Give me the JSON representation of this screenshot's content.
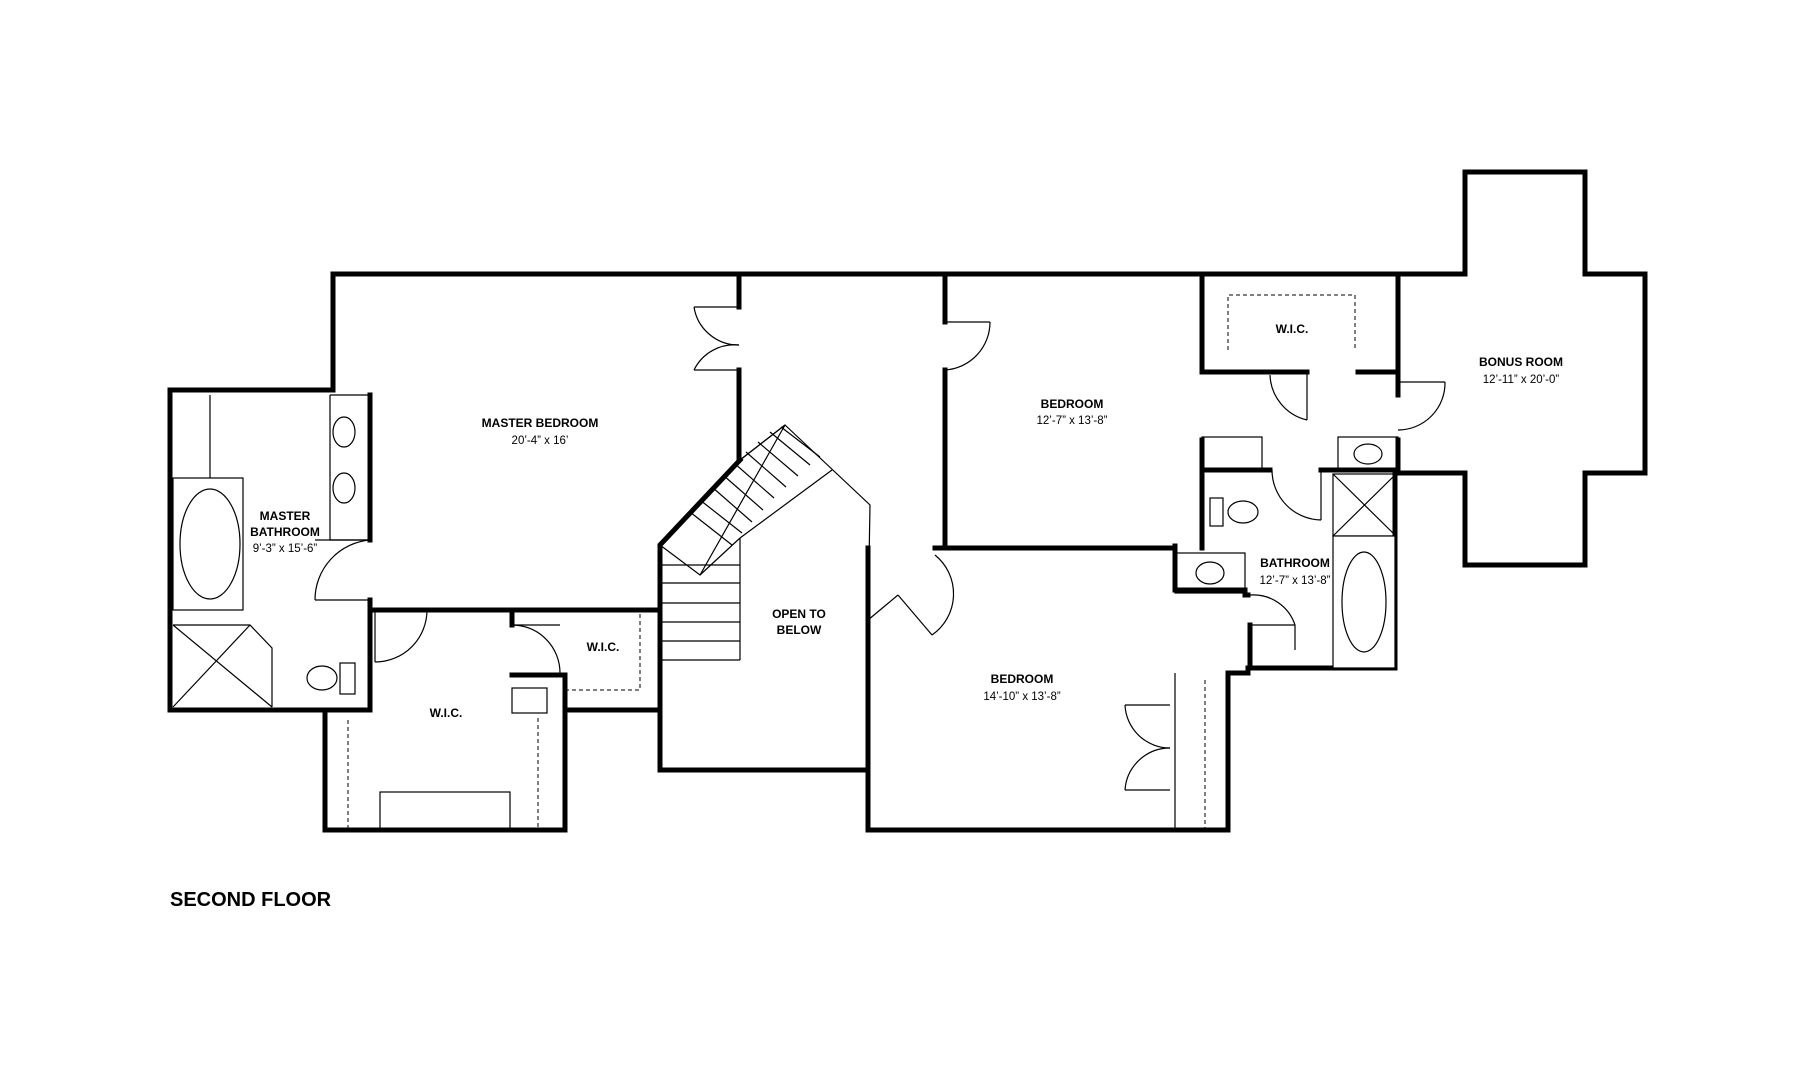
{
  "title": "SECOND FLOOR",
  "rooms": {
    "master_bedroom": {
      "name": "MASTER BEDROOM",
      "dims": "20’-4” x 16’"
    },
    "master_bathroom": {
      "name_line1": "MASTER",
      "name_line2": "BATHROOM",
      "dims": "9’-3” x 15’-6”"
    },
    "wic_master_small": {
      "name": "W.I.C."
    },
    "wic_master_large": {
      "name": "W.I.C."
    },
    "open_to_below": {
      "line1": "OPEN TO",
      "line2": "BELOW"
    },
    "bedroom_upper": {
      "name": "BEDROOM",
      "dims": "12’-7” x 13’-8”"
    },
    "wic_upper": {
      "name": "W.I.C."
    },
    "bonus_room": {
      "name": "BONUS ROOM",
      "dims": "12’-11” x 20’-0”"
    },
    "bathroom": {
      "name": "BATHROOM",
      "dims": "12’-7” x 13’-8”"
    },
    "bedroom_lower": {
      "name": "BEDROOM",
      "dims": "14’-10” x 13’-8”"
    }
  }
}
